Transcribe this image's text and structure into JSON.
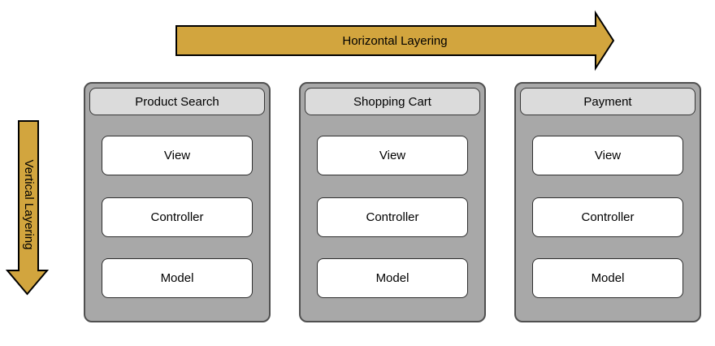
{
  "diagram": {
    "horizontal_arrow_label": "Horizontal Layering",
    "vertical_arrow_label": "Vertical Layering",
    "columns": [
      {
        "title": "Product Search",
        "layers": [
          "View",
          "Controller",
          "Model"
        ]
      },
      {
        "title": "Shopping Cart",
        "layers": [
          "View",
          "Controller",
          "Model"
        ]
      },
      {
        "title": "Payment",
        "layers": [
          "View",
          "Controller",
          "Model"
        ]
      }
    ],
    "colors": {
      "arrow_fill": "#d2a53e",
      "arrow_stroke": "#000000",
      "column_fill": "#a8a8a8",
      "column_stroke": "#505050",
      "header_fill": "#dbdbdb",
      "layer_box_fill": "#ffffff",
      "layer_box_stroke": "#2e2e2e",
      "text": "#000000"
    }
  }
}
